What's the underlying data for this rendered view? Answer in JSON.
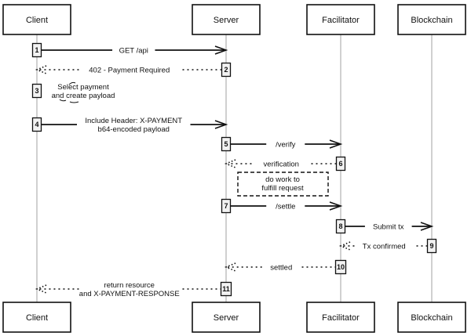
{
  "diagram": {
    "type": "sequence",
    "participants": [
      {
        "id": "client",
        "label": "Client"
      },
      {
        "id": "server",
        "label": "Server"
      },
      {
        "id": "facilitator",
        "label": "Facilitator"
      },
      {
        "id": "blockchain",
        "label": "Blockchain"
      }
    ],
    "messages": [
      {
        "step": "1",
        "from": "client",
        "to": "server",
        "style": "solid",
        "lines": [
          "GET /api"
        ]
      },
      {
        "step": "2",
        "from": "server",
        "to": "client",
        "style": "dotted",
        "lines": [
          "402 - Payment Required"
        ]
      },
      {
        "step": "3",
        "from": "client",
        "to": "client",
        "style": "self",
        "lines": [
          "Select payment",
          "and create payload"
        ]
      },
      {
        "step": "4",
        "from": "client",
        "to": "server",
        "style": "solid",
        "lines": [
          "Include Header: X-PAYMENT",
          "b64-encoded payload"
        ]
      },
      {
        "step": "5",
        "from": "server",
        "to": "facilitator",
        "style": "solid",
        "lines": [
          "/verify"
        ]
      },
      {
        "step": "6",
        "from": "facilitator",
        "to": "server",
        "style": "dotted",
        "lines": [
          "verification"
        ]
      },
      {
        "step": "7",
        "from": "server",
        "to": "facilitator",
        "style": "solid",
        "lines": [
          "/settle"
        ]
      },
      {
        "step": "8",
        "from": "facilitator",
        "to": "blockchain",
        "style": "solid",
        "lines": [
          "Submit tx"
        ]
      },
      {
        "step": "9",
        "from": "blockchain",
        "to": "facilitator",
        "style": "dotted",
        "lines": [
          "Tx confirmed"
        ]
      },
      {
        "step": "10",
        "from": "facilitator",
        "to": "server",
        "style": "dotted",
        "lines": [
          "settled"
        ]
      },
      {
        "step": "11",
        "from": "server",
        "to": "client",
        "style": "dotted",
        "lines": [
          "return resource",
          "and X-PAYMENT-RESPONSE"
        ]
      }
    ],
    "note": {
      "over": "server-facilitator",
      "lines": [
        "do work to",
        "fulfill request"
      ]
    }
  }
}
